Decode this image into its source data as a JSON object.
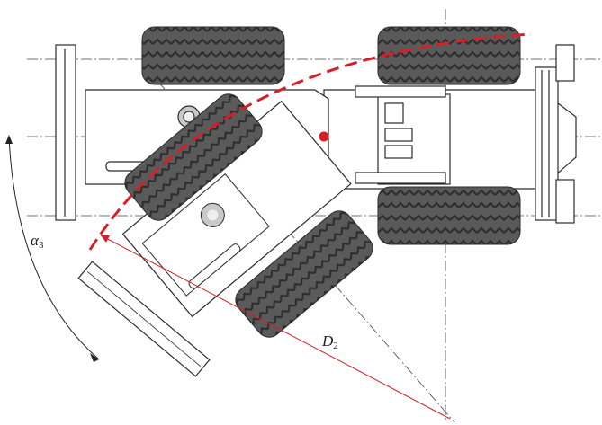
{
  "labels": {
    "angle_symbol": "α",
    "angle_subscript": "3",
    "diameter_symbol": "D",
    "diameter_subscript": "2"
  },
  "colors": {
    "line": "#2b2b2b",
    "tire": "#5a5a5a",
    "tire_dark": "#3a3a3a",
    "accent_red": "#d42027",
    "body_fill": "#ffffff",
    "hub": "#c9c9c9"
  },
  "icons": {
    "tire": "tire-icon",
    "pivot_point": "red-pivot-dot"
  }
}
